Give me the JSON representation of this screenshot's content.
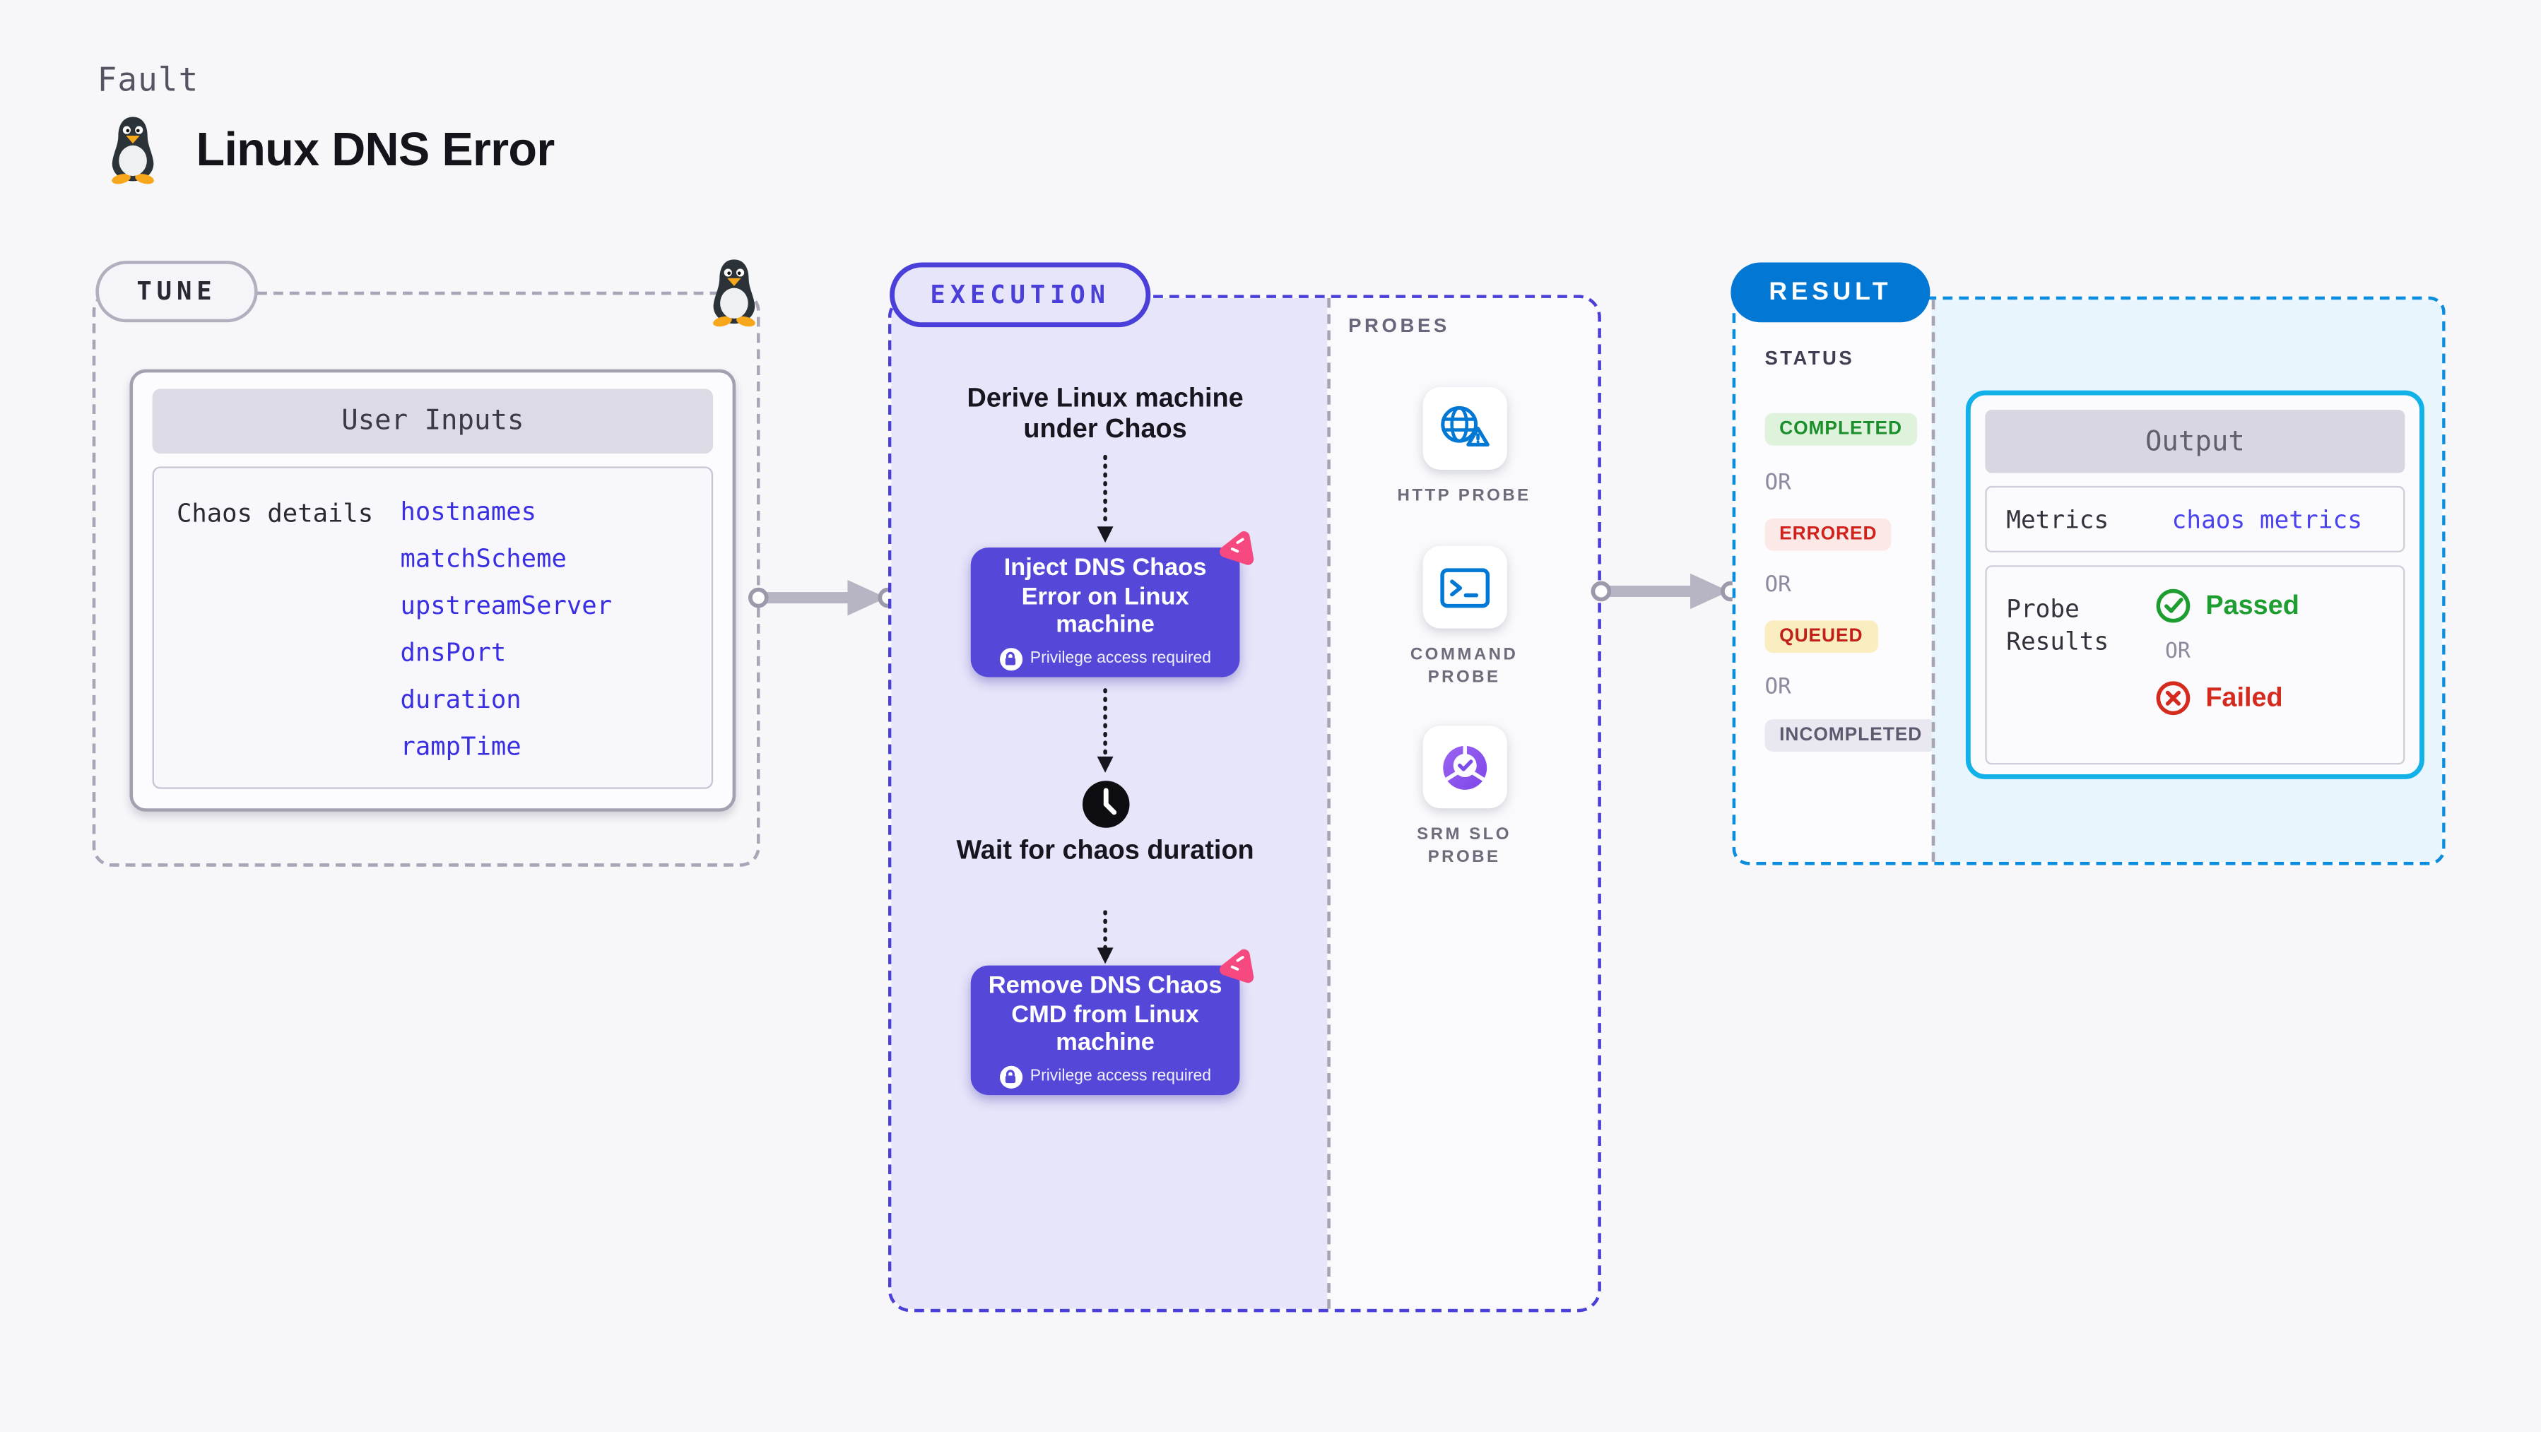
{
  "header": {
    "category_label": "Fault",
    "title": "Linux DNS Error",
    "title_icon": "tux-penguin-icon"
  },
  "tune": {
    "pill_label": "TUNE",
    "corner_icon": "tux-penguin-icon",
    "user_inputs": {
      "title": "User Inputs",
      "row_label": "Chaos details",
      "params": [
        "hostnames",
        "matchScheme",
        "upstreamServer",
        "dnsPort",
        "duration",
        "rampTime"
      ]
    }
  },
  "execution": {
    "pill_label": "EXECUTION",
    "steps": {
      "derive": "Derive Linux machine under Chaos",
      "inject": "Inject DNS Chaos Error on Linux machine",
      "inject_note": "Privilege access required",
      "wait": "Wait for chaos duration",
      "remove": "Remove DNS Chaos CMD from Linux machine",
      "remove_note": "Privilege access required"
    }
  },
  "probes": {
    "section_label": "PROBES",
    "items": [
      {
        "label": "HTTP PROBE",
        "icon": "globe-alert-icon"
      },
      {
        "label": "COMMAND PROBE",
        "icon": "terminal-icon"
      },
      {
        "label": "SRM SLO PROBE",
        "icon": "pie-check-icon"
      }
    ]
  },
  "result": {
    "pill_label": "RESULT",
    "status_label": "STATUS",
    "or_text": "OR",
    "statuses": [
      {
        "label": "COMPLETED",
        "fg": "#1b8f2c",
        "bg": "#def2dc"
      },
      {
        "label": "ERRORED",
        "fg": "#cf221a",
        "bg": "#fbe9e7"
      },
      {
        "label": "QUEUED",
        "fg": "#c02018",
        "bg": "#faeec0"
      },
      {
        "label": "INCOMPLETED",
        "fg": "#5c5a6e",
        "bg": "#e9e8f0"
      }
    ],
    "output": {
      "title": "Output",
      "metrics_label": "Metrics",
      "metrics_value": "chaos metrics",
      "probe_results_label": "Probe Results",
      "passed": "Passed",
      "or_text": "OR",
      "failed": "Failed"
    }
  },
  "colors": {
    "page_bg": "#f7f7fa",
    "execution_accent": "#4a3fd8",
    "execution_bg": "#e7e5f9",
    "result_dash": "#0a8ddf",
    "result_pill_bg": "#0277d4",
    "output_border": "#12b2e8",
    "output_area_bg": "#e9f5fc",
    "node_button_bg": "#5548d9",
    "chaos_badge_pink": "#f5497f",
    "param_text": "#3a30e2",
    "metrics_value_text": "#4a42ee",
    "passed_green": "#1e9e30",
    "failed_red": "#d52b1e",
    "probe_icon_blue": "#0278d5",
    "srm_icon_purple": "#8a55ec",
    "arrow_gray": "#b7b5c4"
  }
}
